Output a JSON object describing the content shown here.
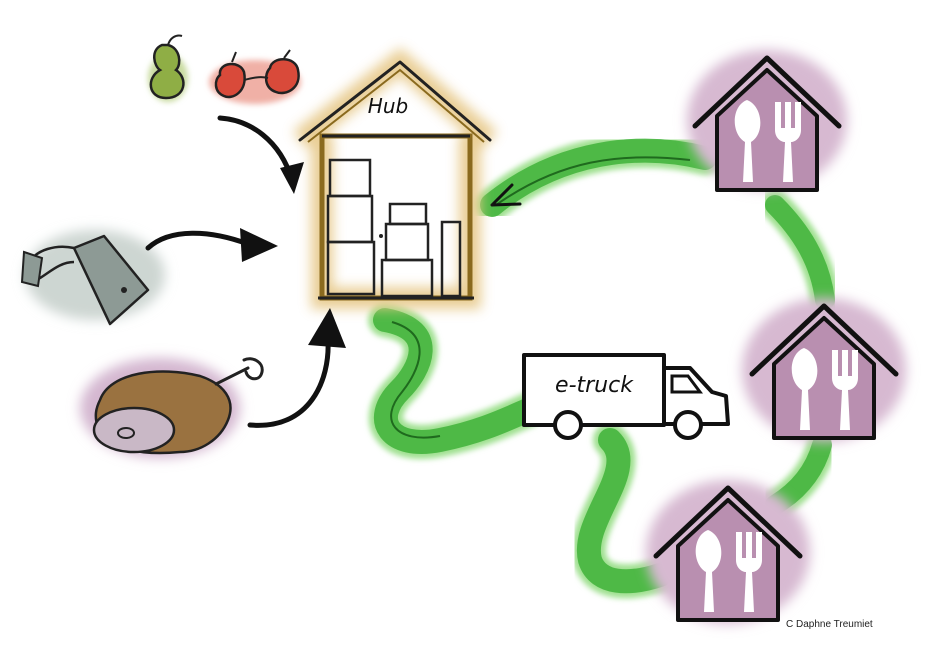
{
  "hub": {
    "label": "Hub"
  },
  "truck": {
    "label": "e-truck"
  },
  "credit": "C   Daphne Treumiet",
  "colors": {
    "route_green": "#3fb23a",
    "route_glow": "#9fe08f",
    "hub_brown": "#8a6a1e",
    "hub_glow": "#e7c98a",
    "restaurant_purple": "#b98fb0",
    "pear_green": "#8fae45",
    "apple_red": "#d94a3a",
    "meat_brown": "#9a7240",
    "can_gray": "#8d9a95"
  },
  "icons": [
    "pear-icon",
    "apples-icon",
    "watering-can-icon",
    "ham-icon",
    "hub-house-icon",
    "restaurant-icon",
    "e-truck-icon"
  ]
}
